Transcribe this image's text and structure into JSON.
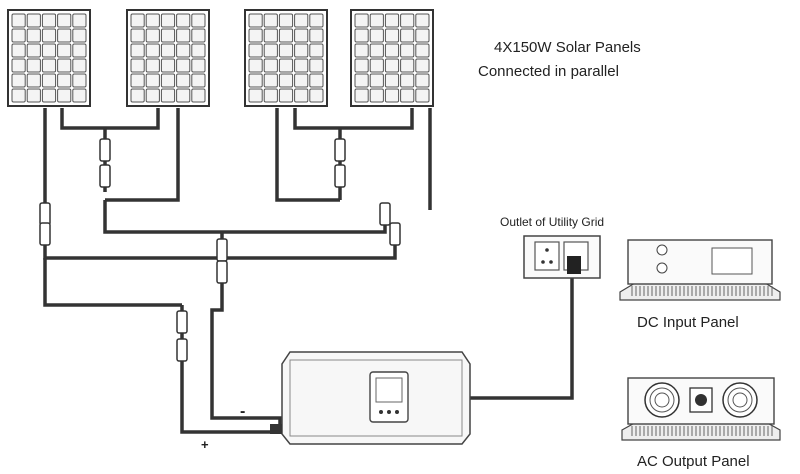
{
  "title": {
    "line1": "4X150W Solar Panels",
    "line2": "Connected in parallel"
  },
  "panels": [
    {
      "id": "panel-1"
    },
    {
      "id": "panel-2"
    },
    {
      "id": "panel-3"
    },
    {
      "id": "panel-4"
    }
  ],
  "outlet": {
    "label": "Outlet of Utility Grid"
  },
  "inverter": {
    "minus_label": "-",
    "plus_label": "+"
  },
  "dc_panel": {
    "label": "DC Input Panel"
  },
  "ac_panel": {
    "label": "AC Output Panel"
  },
  "colors": {
    "line": "#333333",
    "panel_fill": "#f4f4f4",
    "stroke": "#444444"
  }
}
